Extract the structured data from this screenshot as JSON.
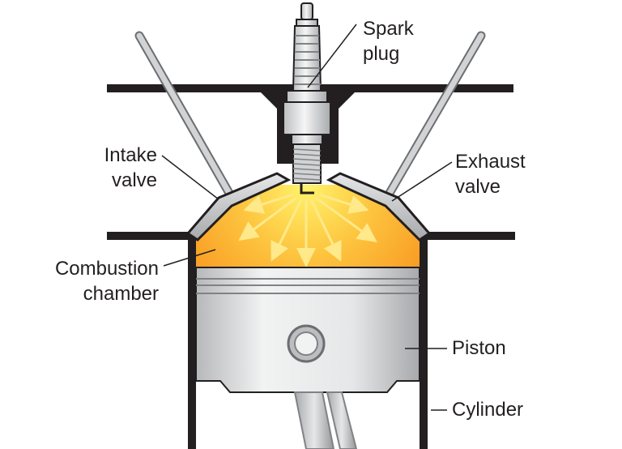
{
  "labels": {
    "spark_plug": [
      "Spark",
      "plug"
    ],
    "intake_valve": [
      "Intake",
      "valve"
    ],
    "exhaust_valve": [
      "Exhaust",
      "valve"
    ],
    "combustion_chamber": [
      "Combustion",
      "chamber"
    ],
    "piston": "Piston",
    "cylinder": "Cylinder"
  },
  "colors": {
    "outline": "#231f20",
    "flame_core": "#fff46a",
    "flame_edge": "#f7941d",
    "metal": "#d1d3d4"
  }
}
